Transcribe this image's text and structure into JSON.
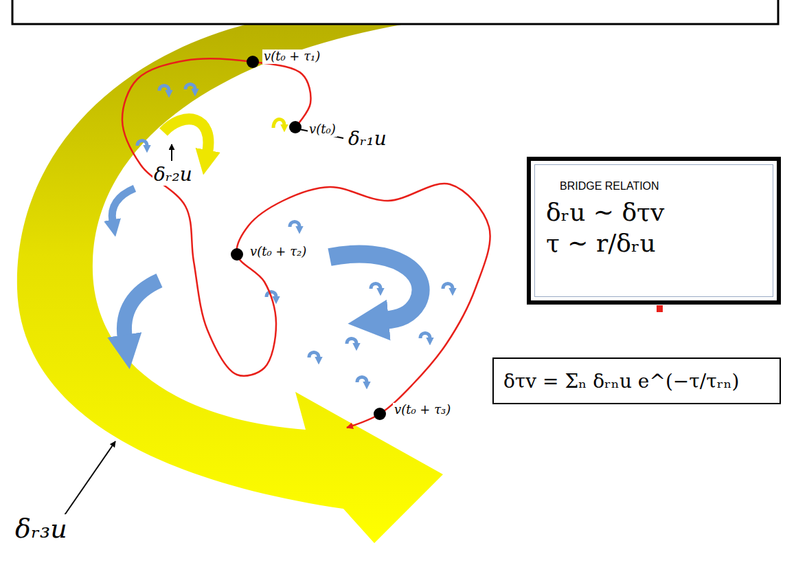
{
  "diagram": {
    "nodes": [
      {
        "text": [
          "BRIDGE RELATION",
          "δᵣu ∼ δτv",
          "τ ∼ r/δᵣu"
        ]
      },
      {
        "text": [
          "δτv = Σₙ δᵣₙu e^(−τ/τᵣₙ)"
        ]
      }
    ],
    "labels": [
      "v(t₀ + τ₁)",
      "δᵣ₁u",
      "v(t₀)",
      "δᵣ₂u",
      "v(t₀ + τ₂)",
      "v(t₀ + τ₃)",
      "δᵣ₃u"
    ]
  }
}
